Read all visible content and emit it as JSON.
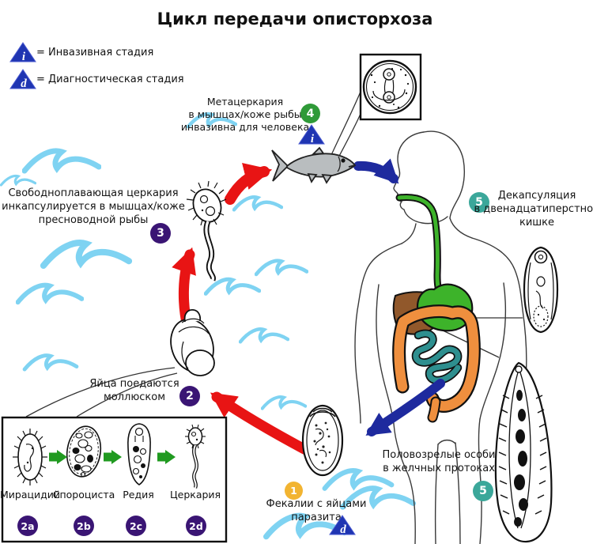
{
  "title": "Цикл передачи описторхоза",
  "legend": {
    "invasive_symbol": "i",
    "invasive_label": "= Инвазивная стадия",
    "diagnostic_symbol": "d",
    "diagnostic_label": "= Диагностическая стадия"
  },
  "stages": {
    "feces": {
      "badge": "1",
      "marker": "d",
      "lines": [
        "Фекалии с яйцами",
        "паразита"
      ]
    },
    "eggs_eaten": {
      "badge": "2",
      "lines": [
        "Яйца поедаются",
        "моллюском"
      ]
    },
    "cercaria_free": {
      "badge": "3",
      "lines": [
        "Свободноплавающая церкария",
        "инкапсулируется в мышцах/коже",
        "пресноводной рыбы"
      ]
    },
    "metacercaria": {
      "badge": "4",
      "marker": "i",
      "lines": [
        "Метацеркария",
        "в мышцах/коже рыбы",
        "инвазивна для человека"
      ]
    },
    "decapsulation": {
      "badge": "5",
      "lines": [
        "Декапсуляция",
        "в двенадцатиперстной",
        "кишке"
      ]
    },
    "adults": {
      "badge": "5",
      "lines": [
        "Половозрелые особи",
        "в желчных протоках"
      ]
    }
  },
  "mollusk_stages": [
    {
      "badge": "2a",
      "label": "Мирацидий"
    },
    {
      "badge": "2b",
      "label": "Спороциста"
    },
    {
      "badge": "2c",
      "label": "Редия"
    },
    {
      "badge": "2d",
      "label": "Церкария"
    }
  ],
  "colors": {
    "badge_yellow": "#f2b431",
    "badge_purple": "#3a1574",
    "badge_green": "#2f9a38",
    "badge_teal": "#3ba79a",
    "triangle_blue": "#1f35b2",
    "arrow_red": "#e81414",
    "arrow_blue": "#1e2a9e",
    "arrow_green": "#209a20",
    "wave_blue": "#7fd3f2",
    "fish_gray": "#b9bdbf",
    "stomach_green": "#3db32a",
    "liver_brown": "#91582b",
    "colon_orange": "#ef8f3e",
    "intestine_teal": "#2e8f8f"
  }
}
